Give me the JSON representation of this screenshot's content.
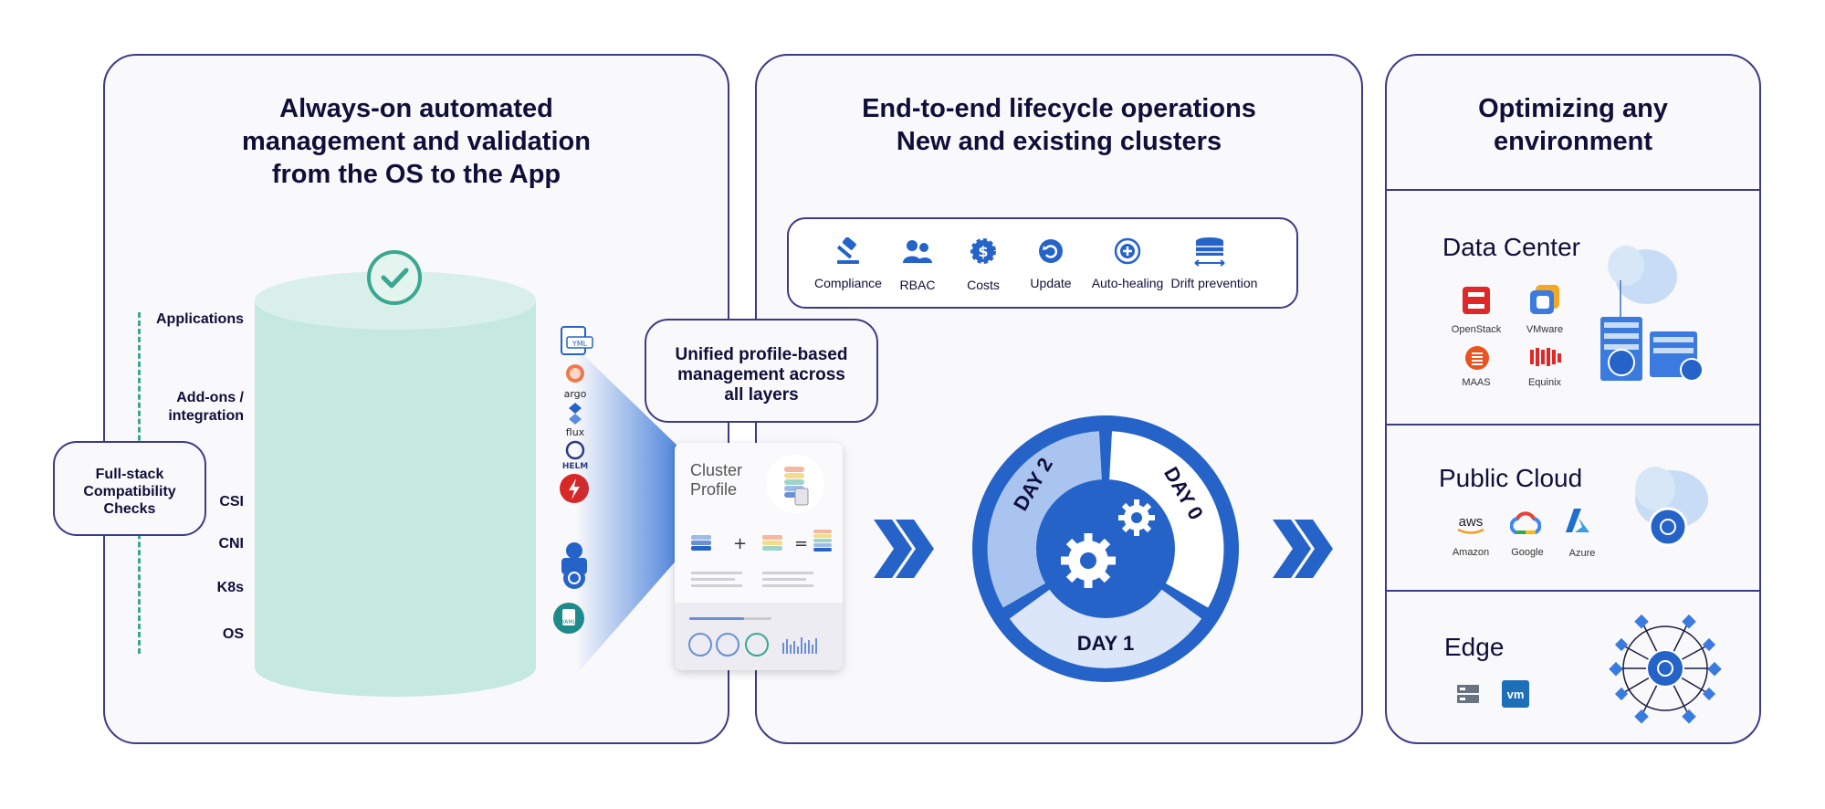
{
  "panel1": {
    "title_lines": [
      "Always-on automated",
      "management and validation",
      "from the OS to the App"
    ],
    "layers": [
      "Applications",
      "Add-ons /",
      "integration",
      "CSI",
      "CNI",
      "K8s",
      "OS"
    ],
    "compat_box": [
      "Full-stack",
      "Compatibility",
      "Checks"
    ],
    "tool_labels": [
      "argo",
      "flux",
      "HELM",
      "YAML",
      "YML"
    ]
  },
  "panel2": {
    "title_lines": [
      "End-to-end lifecycle operations",
      "New and existing clusters"
    ],
    "tools": [
      "Compliance",
      "RBAC",
      "Costs",
      "Update",
      "Auto-healing",
      "Drift prevention"
    ],
    "profile_box": [
      "Unified profile-based",
      "management across",
      "all layers"
    ],
    "cluster_profile": [
      "Cluster",
      "Profile"
    ],
    "day_labels": [
      "DAY 2",
      "DAY 0",
      "DAY 1"
    ]
  },
  "panel3": {
    "title_lines": [
      "Optimizing any",
      "environment"
    ],
    "data_center": {
      "title": "Data Center",
      "providers": [
        "OpenStack",
        "VMware",
        "MAAS",
        "Equinix"
      ]
    },
    "public_cloud": {
      "title": "Public Cloud",
      "providers": [
        "Amazon",
        "Google",
        "Azure"
      ],
      "aws_logo": "aws"
    },
    "edge": {
      "title": "Edge",
      "vm_logo": "vm"
    }
  },
  "colors": {
    "navy": "#3b3b86",
    "blue": "#2563c9",
    "mint": "#c5e8df",
    "teal": "#3aa890"
  }
}
